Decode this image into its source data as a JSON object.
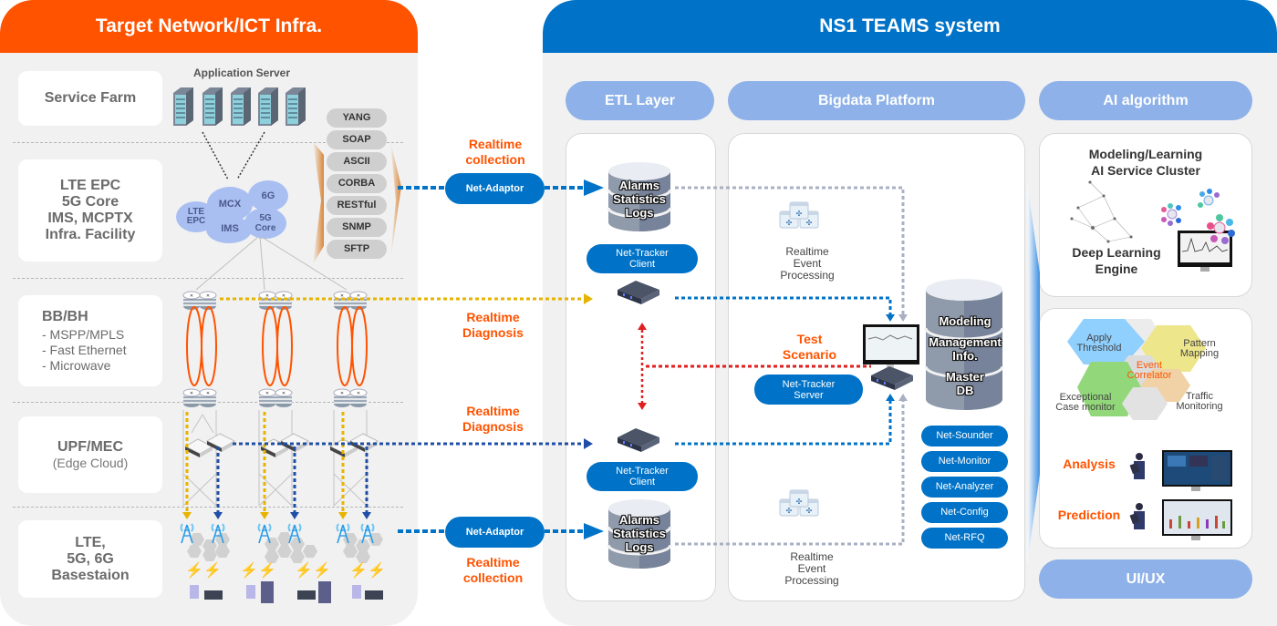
{
  "left_panel": {
    "title": "Target Network/ICT Infra.",
    "layers": [
      {
        "title": "Service Farm"
      },
      {
        "lines": [
          "LTE EPC",
          "5G Core",
          "IMS, MCPTX",
          "Infra. Facility"
        ]
      },
      {
        "title": "BB/BH",
        "items": [
          "- MSPP/MPLS",
          "- Fast Ethernet",
          "- Microwave"
        ]
      },
      {
        "title": "UPF/MEC",
        "sub": "(Edge Cloud)"
      },
      {
        "lines": [
          "LTE,",
          "5G, 6G",
          "Basestaion"
        ]
      }
    ],
    "app_server_label": "Application Server",
    "clouds": [
      "LTE EPC",
      "MCX",
      "6G",
      "IMS",
      "5G Core"
    ],
    "protocols": [
      "YANG",
      "SOAP",
      "ASCII",
      "CORBA",
      "RESTful",
      "SNMP",
      "SFTP"
    ]
  },
  "flow_labels": {
    "realtime_collection_top": "Realtime collection",
    "realtime_diagnosis_1": "Realtime Diagnosis",
    "realtime_diagnosis_2": "Realtime Diagnosis",
    "realtime_collection_bottom": "Realtime collection",
    "test_scenario": "Test Scenario"
  },
  "adaptors": {
    "top": "Net-Adaptor",
    "bottom": "Net-Adaptor"
  },
  "right_panel": {
    "title": "NS1 TEAMS system",
    "categories": [
      "ETL Layer",
      "Bigdata Platform",
      "AI algorithm"
    ],
    "etl": {
      "db_top": [
        "Alarms",
        "Statistics",
        "Logs"
      ],
      "client_top": [
        "Net-Tracker",
        "Client"
      ],
      "client_bottom": [
        "Net-Tracker",
        "Client"
      ],
      "db_bottom": [
        "Alarms",
        "Statistics",
        "Logs"
      ]
    },
    "bigdata": {
      "rep_top": [
        "Realtime",
        "Event",
        "Processing"
      ],
      "rep_bottom": [
        "Realtime",
        "Event",
        "Processing"
      ],
      "server": [
        "Net-Tracker",
        "Server"
      ],
      "master_db": [
        "Modeling",
        "Management",
        "Info.",
        "Master",
        "DB"
      ],
      "tools": [
        "Net-Sounder",
        "Net-Monitor",
        "Net-Analyzer",
        "Net-Config",
        "Net-RFQ"
      ]
    },
    "ai": {
      "cluster_title": [
        "Modeling/Learning",
        "AI Service Cluster"
      ],
      "engine": [
        "Deep Learning",
        "Engine"
      ],
      "hexes": {
        "apply": [
          "Apply",
          "Threshold"
        ],
        "pattern": [
          "Pattern",
          "Mapping"
        ],
        "correlator": [
          "Event",
          "Correlator"
        ],
        "exceptional": [
          "Exceptional",
          "Case monitor"
        ],
        "traffic": [
          "Traffic",
          "Monitoring"
        ]
      },
      "analysis": "Analysis",
      "prediction": "Prediction",
      "uiux": "UI/UX"
    }
  },
  "colors": {
    "orange": "#ff5300",
    "blue": "#0073c8",
    "light_blue": "#8db1e8",
    "yellow_dash": "#e6b400",
    "navy_dash": "#1f4ea8",
    "red_dash": "#e02020",
    "gray_dash": "#a9b0c4"
  }
}
